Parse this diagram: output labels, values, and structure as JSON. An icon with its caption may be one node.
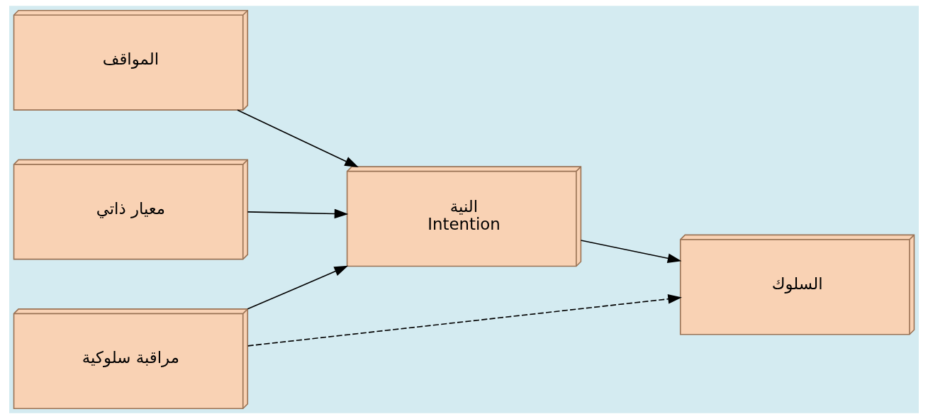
{
  "diagram": {
    "nodes": [
      {
        "text": [
          "المواقف"
        ]
      },
      {
        "text": [
          "معيار ذاتي"
        ]
      },
      {
        "text": [
          "النية",
          "Intention"
        ]
      },
      {
        "text": [
          "السلوك"
        ]
      },
      {
        "text": [
          "مراقبة سلوكية"
        ]
      }
    ],
    "edges": [
      {
        "from": 0,
        "to": 2,
        "arrow": "to"
      },
      {
        "from": 1,
        "to": 2,
        "arrow": "to"
      },
      {
        "from": 2,
        "to": 3,
        "arrow": "to"
      },
      {
        "from": 4,
        "to": 2,
        "arrow": "to"
      },
      {
        "from": 4,
        "to": 3,
        "arrow": "to",
        "style": "dashed"
      }
    ]
  }
}
